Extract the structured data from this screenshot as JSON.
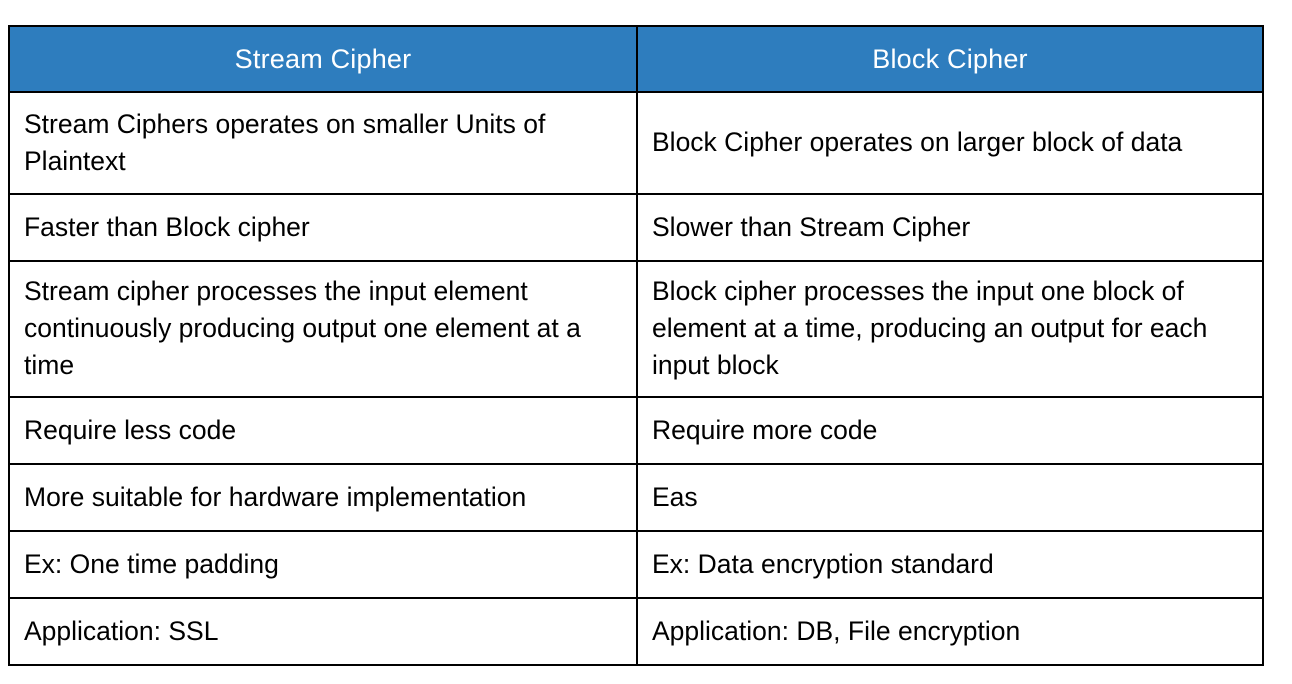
{
  "document": {
    "type": "comparison-table",
    "title": "Stream Cipher vs Block Cipher comparison table",
    "accent_color": "#2E7DBE",
    "header_text_color": "#FFFFFF",
    "body_text_color": "#000000",
    "border_color": "#000000",
    "background_color": "#FFFFFF"
  },
  "table": {
    "columns": [
      {
        "label": "Stream Cipher"
      },
      {
        "label": "Block Cipher"
      }
    ],
    "rows": [
      {
        "stream": "Stream Ciphers operates on smaller Units of Plaintext",
        "block": "Block Cipher operates on larger block of data"
      },
      {
        "stream": "Faster than Block cipher",
        "block": "Slower than Stream Cipher"
      },
      {
        "stream": "Stream cipher processes the input element continuously producing output one element at a time",
        "block": "Block cipher processes the input one block of element at a time, producing an output for each input block"
      },
      {
        "stream": "Require less code",
        "block": "Require more code"
      },
      {
        "stream": "More suitable for hardware implementation",
        "block": "Eas"
      },
      {
        "stream": "Ex: One time padding",
        "block": "Ex: Data encryption standard"
      },
      {
        "stream": "Application: SSL",
        "block": "Application: DB, File encryption"
      }
    ]
  }
}
